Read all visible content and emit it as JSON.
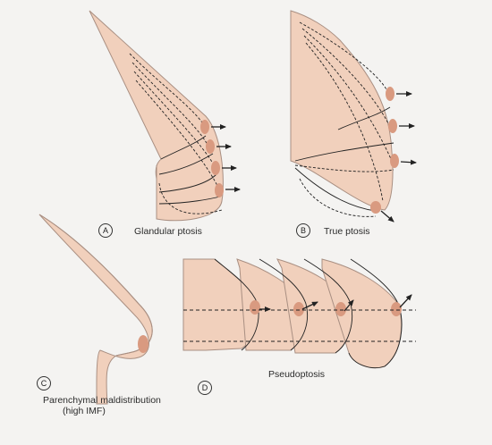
{
  "panels": [
    {
      "letter": "A",
      "caption": "Glandular ptosis"
    },
    {
      "letter": "B",
      "caption": "True ptosis"
    },
    {
      "letter": "C",
      "caption": "Parenchymal maldistribution",
      "caption2": "(high IMF)"
    },
    {
      "letter": "D",
      "caption": "Pseudoptosis"
    }
  ],
  "colors": {
    "skin": "#f1d0bc",
    "skin_edge": "#a98f82",
    "areola": "#d99a80",
    "line": "#222222",
    "background": "#f4f3f1"
  }
}
